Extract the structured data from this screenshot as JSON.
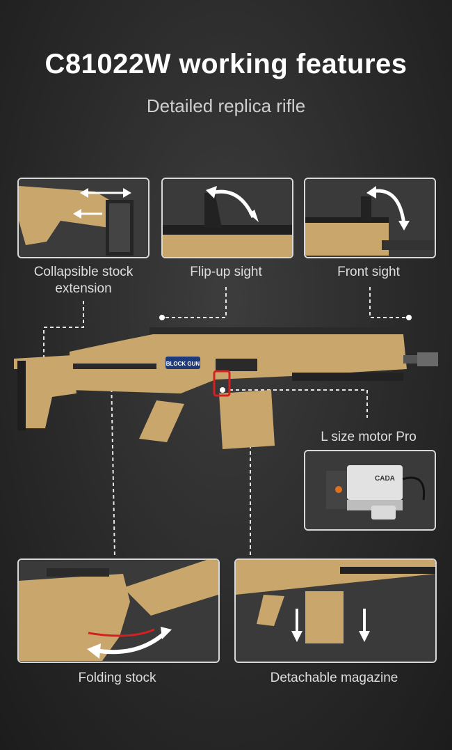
{
  "header": {
    "title": "C81022W working features",
    "subtitle": "Detailed replica rifle"
  },
  "features": {
    "collapsible_stock": "Collapsible stock\nextension",
    "flip_up_sight": "Flip-up sight",
    "front_sight": "Front sight",
    "motor": "L size motor Pro",
    "folding_stock": "Folding stock",
    "detachable_magazine": "Detachable magazine"
  },
  "badges": {
    "rifle_badge": "BLOCK GUN",
    "motor_brand": "CADA"
  },
  "colors": {
    "tan": "#c9a66b",
    "background": "#2e2e2e",
    "accent_red": "#d42020"
  }
}
